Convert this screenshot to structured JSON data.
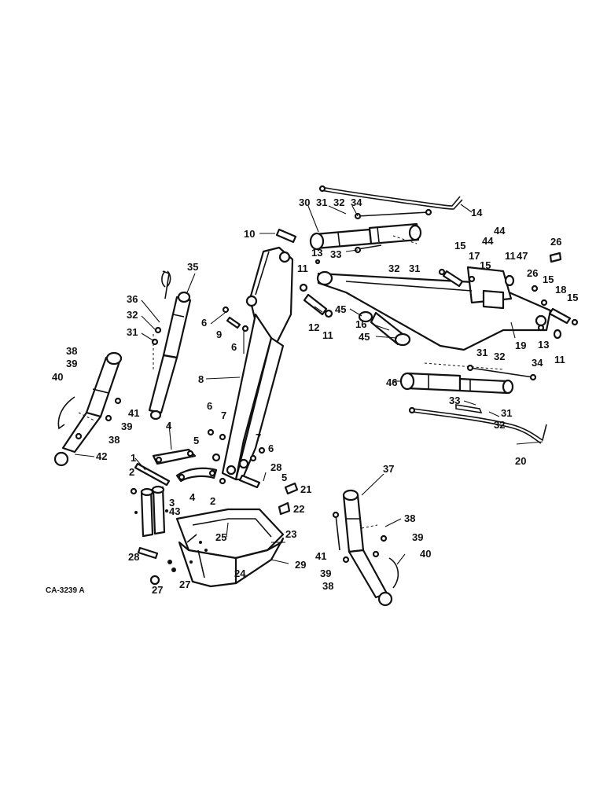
{
  "drawing_code": "CA-3239 A",
  "part_labels": [
    {
      "id": "l14",
      "text": "14"
    },
    {
      "id": "l30",
      "text": "30"
    },
    {
      "id": "l31a",
      "text": "31"
    },
    {
      "id": "l32a",
      "text": "32"
    },
    {
      "id": "l34a",
      "text": "34"
    },
    {
      "id": "l10",
      "text": "10"
    },
    {
      "id": "l13a",
      "text": "13"
    },
    {
      "id": "l33a",
      "text": "33"
    },
    {
      "id": "l32b",
      "text": "32"
    },
    {
      "id": "l31b",
      "text": "31"
    },
    {
      "id": "l11a",
      "text": "11"
    },
    {
      "id": "l35",
      "text": "35"
    },
    {
      "id": "l36",
      "text": "36"
    },
    {
      "id": "l32c",
      "text": "32"
    },
    {
      "id": "l31c",
      "text": "31"
    },
    {
      "id": "l6a",
      "text": "6"
    },
    {
      "id": "l9",
      "text": "9"
    },
    {
      "id": "l6b",
      "text": "6"
    },
    {
      "id": "l12",
      "text": "12"
    },
    {
      "id": "l11b",
      "text": "11"
    },
    {
      "id": "l45a",
      "text": "45"
    },
    {
      "id": "l16",
      "text": "16"
    },
    {
      "id": "l45b",
      "text": "45"
    },
    {
      "id": "l44a",
      "text": "44"
    },
    {
      "id": "l44b",
      "text": "44"
    },
    {
      "id": "l26a",
      "text": "26"
    },
    {
      "id": "l15a",
      "text": "15"
    },
    {
      "id": "l17",
      "text": "17"
    },
    {
      "id": "l15b",
      "text": "15"
    },
    {
      "id": "l11c",
      "text": "11"
    },
    {
      "id": "l47",
      "text": "47"
    },
    {
      "id": "l26b",
      "text": "26"
    },
    {
      "id": "l15c",
      "text": "15"
    },
    {
      "id": "l18",
      "text": "18"
    },
    {
      "id": "l15d",
      "text": "15"
    },
    {
      "id": "l13b",
      "text": "13"
    },
    {
      "id": "l11d",
      "text": "11"
    },
    {
      "id": "l19",
      "text": "19"
    },
    {
      "id": "l31d",
      "text": "31"
    },
    {
      "id": "l32d",
      "text": "32"
    },
    {
      "id": "l34b",
      "text": "34"
    },
    {
      "id": "l46",
      "text": "46"
    },
    {
      "id": "l33b",
      "text": "33"
    },
    {
      "id": "l31e",
      "text": "31"
    },
    {
      "id": "l32e",
      "text": "32"
    },
    {
      "id": "l20",
      "text": "20"
    },
    {
      "id": "l38a",
      "text": "38"
    },
    {
      "id": "l39a",
      "text": "39"
    },
    {
      "id": "l40a",
      "text": "40"
    },
    {
      "id": "l41a",
      "text": "41"
    },
    {
      "id": "l39b",
      "text": "39"
    },
    {
      "id": "l38b",
      "text": "38"
    },
    {
      "id": "l42",
      "text": "42"
    },
    {
      "id": "l8",
      "text": "8"
    },
    {
      "id": "l6c",
      "text": "6"
    },
    {
      "id": "l7a",
      "text": "7"
    },
    {
      "id": "l7b",
      "text": "7"
    },
    {
      "id": "l6d",
      "text": "6"
    },
    {
      "id": "l4a",
      "text": "4"
    },
    {
      "id": "l5a",
      "text": "5"
    },
    {
      "id": "l4b",
      "text": "4"
    },
    {
      "id": "l1",
      "text": "1"
    },
    {
      "id": "l2a",
      "text": "2"
    },
    {
      "id": "l3",
      "text": "3"
    },
    {
      "id": "l2b",
      "text": "2"
    },
    {
      "id": "l28a",
      "text": "28"
    },
    {
      "id": "l5b",
      "text": "5"
    },
    {
      "id": "l21",
      "text": "21"
    },
    {
      "id": "l22",
      "text": "22"
    },
    {
      "id": "l43",
      "text": "43"
    },
    {
      "id": "l23",
      "text": "23"
    },
    {
      "id": "l25",
      "text": "25"
    },
    {
      "id": "l28b",
      "text": "28"
    },
    {
      "id": "l24",
      "text": "24"
    },
    {
      "id": "l29",
      "text": "29"
    },
    {
      "id": "l27a",
      "text": "27"
    },
    {
      "id": "l27b",
      "text": "27"
    },
    {
      "id": "l37",
      "text": "37"
    },
    {
      "id": "l38c",
      "text": "38"
    },
    {
      "id": "l39c",
      "text": "39"
    },
    {
      "id": "l41b",
      "text": "41"
    },
    {
      "id": "l40b",
      "text": "40"
    },
    {
      "id": "l39d",
      "text": "39"
    },
    {
      "id": "l38d",
      "text": "38"
    }
  ]
}
